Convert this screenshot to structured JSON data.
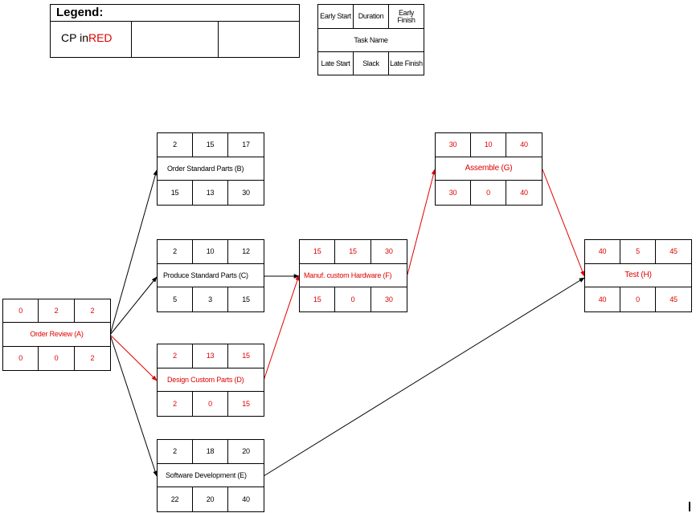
{
  "legend": {
    "title": "Legend:",
    "cp_prefix": "CP in",
    "cp_red": "RED"
  },
  "key": {
    "early_start": "Early Start",
    "duration": "Duration",
    "early_finish": "Early Finish",
    "task_name": "Task Name",
    "late_start": "Late Start",
    "slack": "Slack",
    "late_finish": "Late Finish"
  },
  "colors": {
    "critical": "#e00000",
    "normal": "#000000"
  },
  "nodes": {
    "A": {
      "name": "Order Review (A)",
      "es": "0",
      "dur": "2",
      "ef": "2",
      "ls": "0",
      "slack": "0",
      "lf": "2",
      "critical": true
    },
    "B": {
      "name": "Order Standard Parts (B)",
      "es": "2",
      "dur": "15",
      "ef": "17",
      "ls": "15",
      "slack": "13",
      "lf": "30",
      "critical": false
    },
    "C": {
      "name": "Produce Standard Parts (C)",
      "es": "2",
      "dur": "10",
      "ef": "12",
      "ls": "5",
      "slack": "3",
      "lf": "15",
      "critical": false
    },
    "D": {
      "name": "Design Custom Parts (D)",
      "es": "2",
      "dur": "13",
      "ef": "15",
      "ls": "2",
      "slack": "0",
      "lf": "15",
      "critical": true
    },
    "E": {
      "name": "Software Development (E)",
      "es": "2",
      "dur": "18",
      "ef": "20",
      "ls": "22",
      "slack": "20",
      "lf": "40",
      "critical": false
    },
    "F": {
      "name": "Manuf. custom Hardware (F)",
      "es": "15",
      "dur": "15",
      "ef": "30",
      "ls": "15",
      "slack": "0",
      "lf": "30",
      "critical": true
    },
    "G": {
      "name": "Assemble (G)",
      "es": "30",
      "dur": "10",
      "ef": "40",
      "ls": "30",
      "slack": "0",
      "lf": "40",
      "critical": true
    },
    "H": {
      "name": "Test (H)",
      "es": "40",
      "dur": "5",
      "ef": "45",
      "ls": "40",
      "slack": "0",
      "lf": "45",
      "critical": true
    }
  },
  "edges": [
    {
      "from": "A",
      "to": "B",
      "critical": false
    },
    {
      "from": "A",
      "to": "C",
      "critical": false
    },
    {
      "from": "A",
      "to": "D",
      "critical": true
    },
    {
      "from": "A",
      "to": "E",
      "critical": false
    },
    {
      "from": "C",
      "to": "F",
      "critical": false
    },
    {
      "from": "D",
      "to": "F",
      "critical": true
    },
    {
      "from": "F",
      "to": "G",
      "critical": true
    },
    {
      "from": "G",
      "to": "H",
      "critical": true
    },
    {
      "from": "E",
      "to": "H",
      "critical": false
    }
  ]
}
